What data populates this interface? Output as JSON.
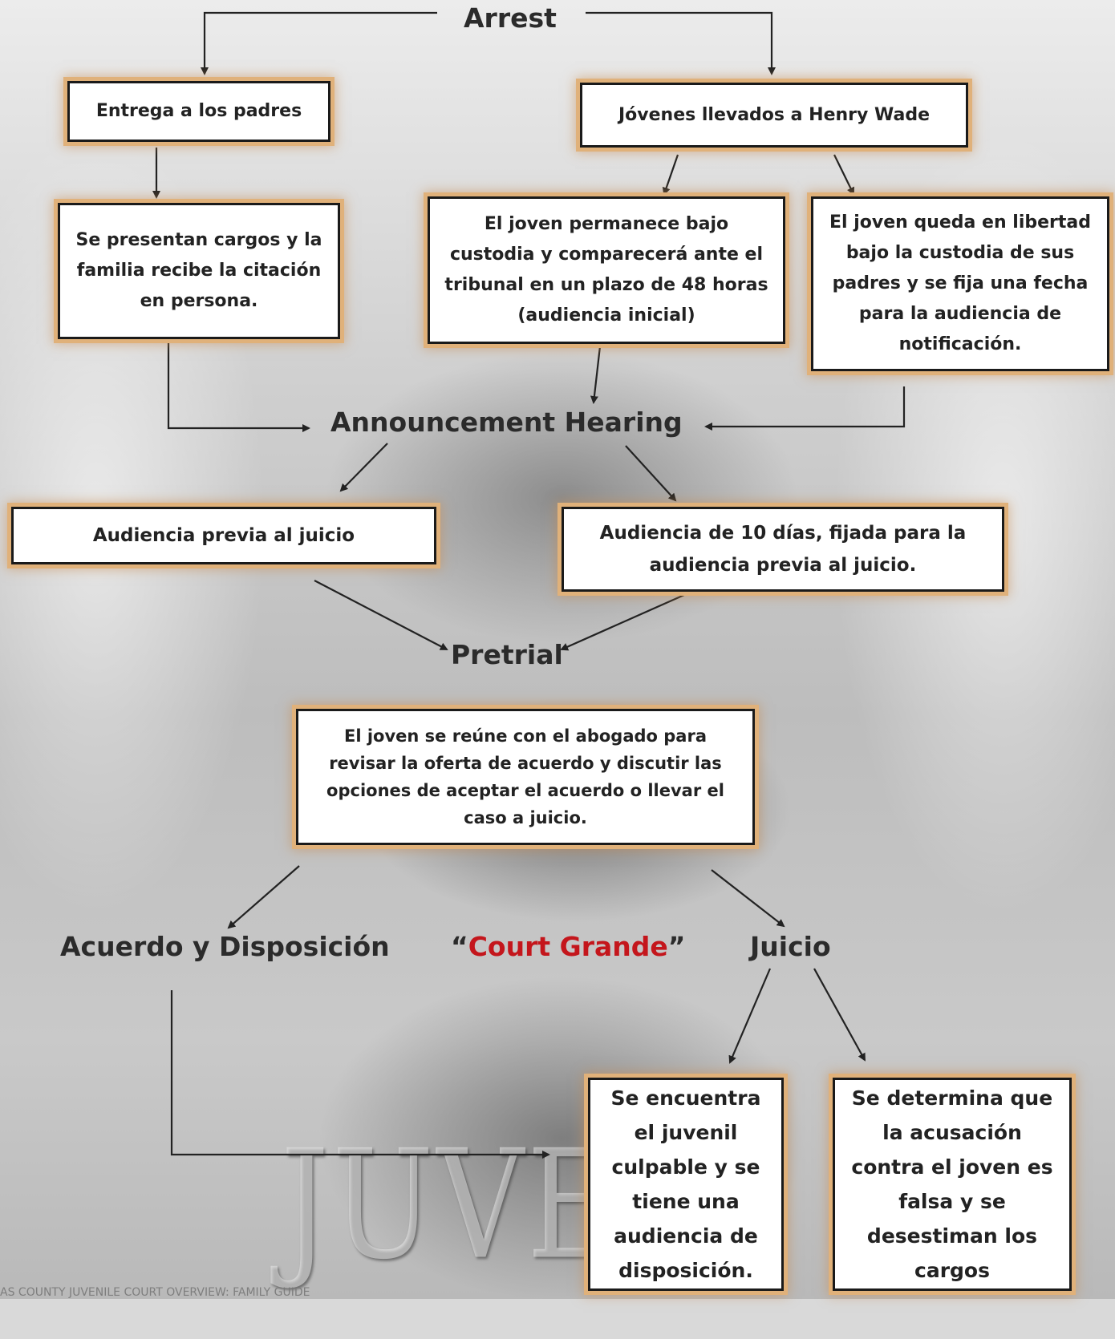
{
  "nodes": {
    "arrest": "Arrest",
    "parents_release": "Entrega a los padres",
    "henry_wade": "Jóvenes llevados a Henry Wade",
    "charges_filed": "Se presentan cargos y la familia recibe la citación en persona.",
    "custody": "El joven permanece bajo custodia y comparecerá ante el tribunal en un plazo de 48 horas (audiencia inicial)",
    "released": "El joven queda en libertad bajo la custodia de sus padres y se fija una fecha para la audiencia de notificación.",
    "announcement": "Announcement Hearing",
    "pretrial_hearing": "Audiencia previa al juicio",
    "ten_day": "Audiencia de 10 días, fijada para la audiencia previa al juicio.",
    "pretrial": "Pretrial",
    "meets_attorney": "El joven se reúne con el abogado para revisar la oferta de acuerdo y discutir las opciones de aceptar el acuerdo o llevar el caso a juicio.",
    "plea": "Acuerdo y Disposición",
    "court_grande_open": "“",
    "court_grande": "Court Grande",
    "court_grande_close": "”",
    "trial": "Juicio",
    "guilty": "Se encuentra el juvenil culpable y se tiene una audiencia de disposición.",
    "dismissed": "Se determina que la acusación contra el joven es falsa y se desestiman los cargos"
  },
  "background": {
    "watermark": "JUVEN",
    "footer": "AS COUNTY JUVENILE COURT OVERVIEW: FAMILY GUIDE"
  },
  "colors": {
    "box_glow": "#e0b17a",
    "court_grande": "#c4161c",
    "text": "#2b2b2b"
  }
}
